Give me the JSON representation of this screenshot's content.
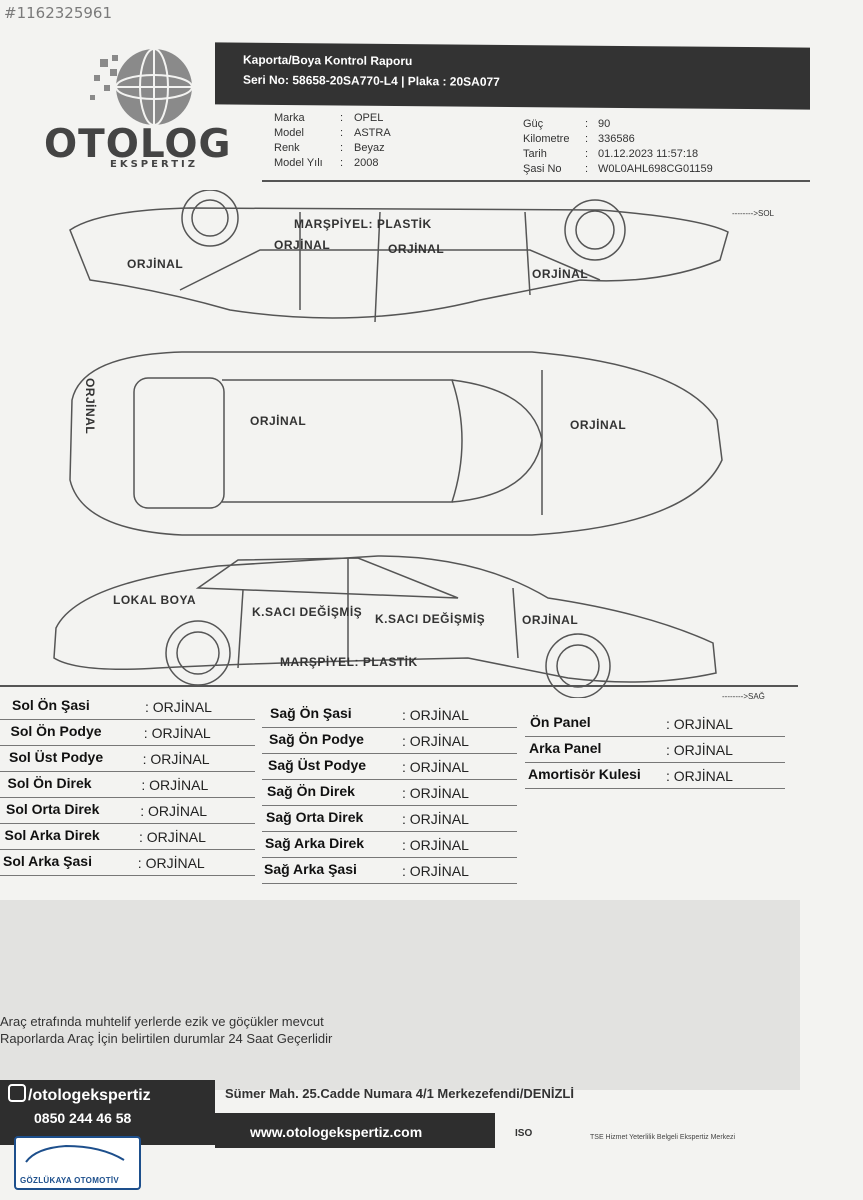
{
  "image_id_watermark": "#1162325961",
  "brand": {
    "name": "OTOLOG",
    "sub": "EKSPERTIZ"
  },
  "banner": {
    "title": "Kaporta/Boya Kontrol Raporu",
    "serial": "Seri No: 58658-20SA770-L4 | Plaka : 20SA077"
  },
  "vehicle": {
    "marka_label": "Marka",
    "marka": "OPEL",
    "model_label": "Model",
    "model": "ASTRA",
    "renk_label": "Renk",
    "renk": "Beyaz",
    "yil_label": "Model Yılı",
    "yil": "2008",
    "guc_label": "Güç",
    "guc": "90",
    "km_label": "Kilometre",
    "km": "336586",
    "tarih_label": "Tarih",
    "tarih": "01.12.2023 11:57:18",
    "sasi_label": "Şasi No",
    "sasi": "W0L0AHL698CG01159"
  },
  "diagram": {
    "sol_arrow": "-------->SOL",
    "sag_arrow": "-------->SAĞ",
    "left_side": {
      "marspiyel": "MARŞPİYEL: PLASTİK",
      "front_door": "ORJİNAL",
      "rear_door": "ORJİNAL",
      "fender_front": "ORJİNAL",
      "fender_rear": "ORJİNAL"
    },
    "top": {
      "trunk": "ORJİNAL",
      "roof": "ORJİNAL",
      "hood": "ORJİNAL"
    },
    "right_side": {
      "rear_fender": "LOKAL BOYA",
      "rear_door": "K.SACI DEĞİŞMİŞ",
      "front_door": "K.SACI DEĞİŞMİŞ",
      "front_fender": "ORJİNAL",
      "marspiyel": "MARŞPİYEL: PLASTİK"
    }
  },
  "table": {
    "col1": [
      {
        "label": "Sol Ön Şasi",
        "value": ": ORJİNAL"
      },
      {
        "label": "Sol Ön Podye",
        "value": ": ORJİNAL"
      },
      {
        "label": "Sol Üst Podye",
        "value": ": ORJİNAL"
      },
      {
        "label": "Sol Ön Direk",
        "value": ": ORJİNAL"
      },
      {
        "label": "Sol Orta Direk",
        "value": ": ORJİNAL"
      },
      {
        "label": "Sol Arka Direk",
        "value": ": ORJİNAL"
      },
      {
        "label": "Sol Arka Şasi",
        "value": ": ORJİNAL"
      }
    ],
    "col2": [
      {
        "label": "Sağ Ön Şasi",
        "value": ": ORJİNAL"
      },
      {
        "label": "Sağ Ön Podye",
        "value": ": ORJİNAL"
      },
      {
        "label": "Sağ Üst Podye",
        "value": ": ORJİNAL"
      },
      {
        "label": "Sağ Ön Direk",
        "value": ": ORJİNAL"
      },
      {
        "label": "Sağ Orta Direk",
        "value": ": ORJİNAL"
      },
      {
        "label": "Sağ Arka Direk",
        "value": ": ORJİNAL"
      },
      {
        "label": "Sağ Arka Şasi",
        "value": ": ORJİNAL"
      }
    ],
    "col3": [
      {
        "label": "Ön Panel",
        "value": ": ORJİNAL"
      },
      {
        "label": "Arka Panel",
        "value": ": ORJİNAL"
      },
      {
        "label": "Amortisör Kulesi",
        "value": ": ORJİNAL"
      }
    ]
  },
  "notes": {
    "line1": "Araç etrafında muhtelif yerlerde ezik ve göçükler mevcut",
    "line2": "Raporlarda Araç İçin belirtilen durumlar 24 Saat Geçerlidir"
  },
  "footer": {
    "instagram": "/otologekspertiz",
    "phone": "0850 244 46 58",
    "address": "Sümer Mah. 25.Cadde Numara 4/1 Merkezefendi/DENİZLİ",
    "website": "www.otologekspertiz.com",
    "iso": "ISO",
    "tse": "TSE Hizmet Yeterlilik Belgeli Ekspertiz Merkezi",
    "dealer_badge": "GÖZLÜKAYA OTOMOTİV"
  }
}
